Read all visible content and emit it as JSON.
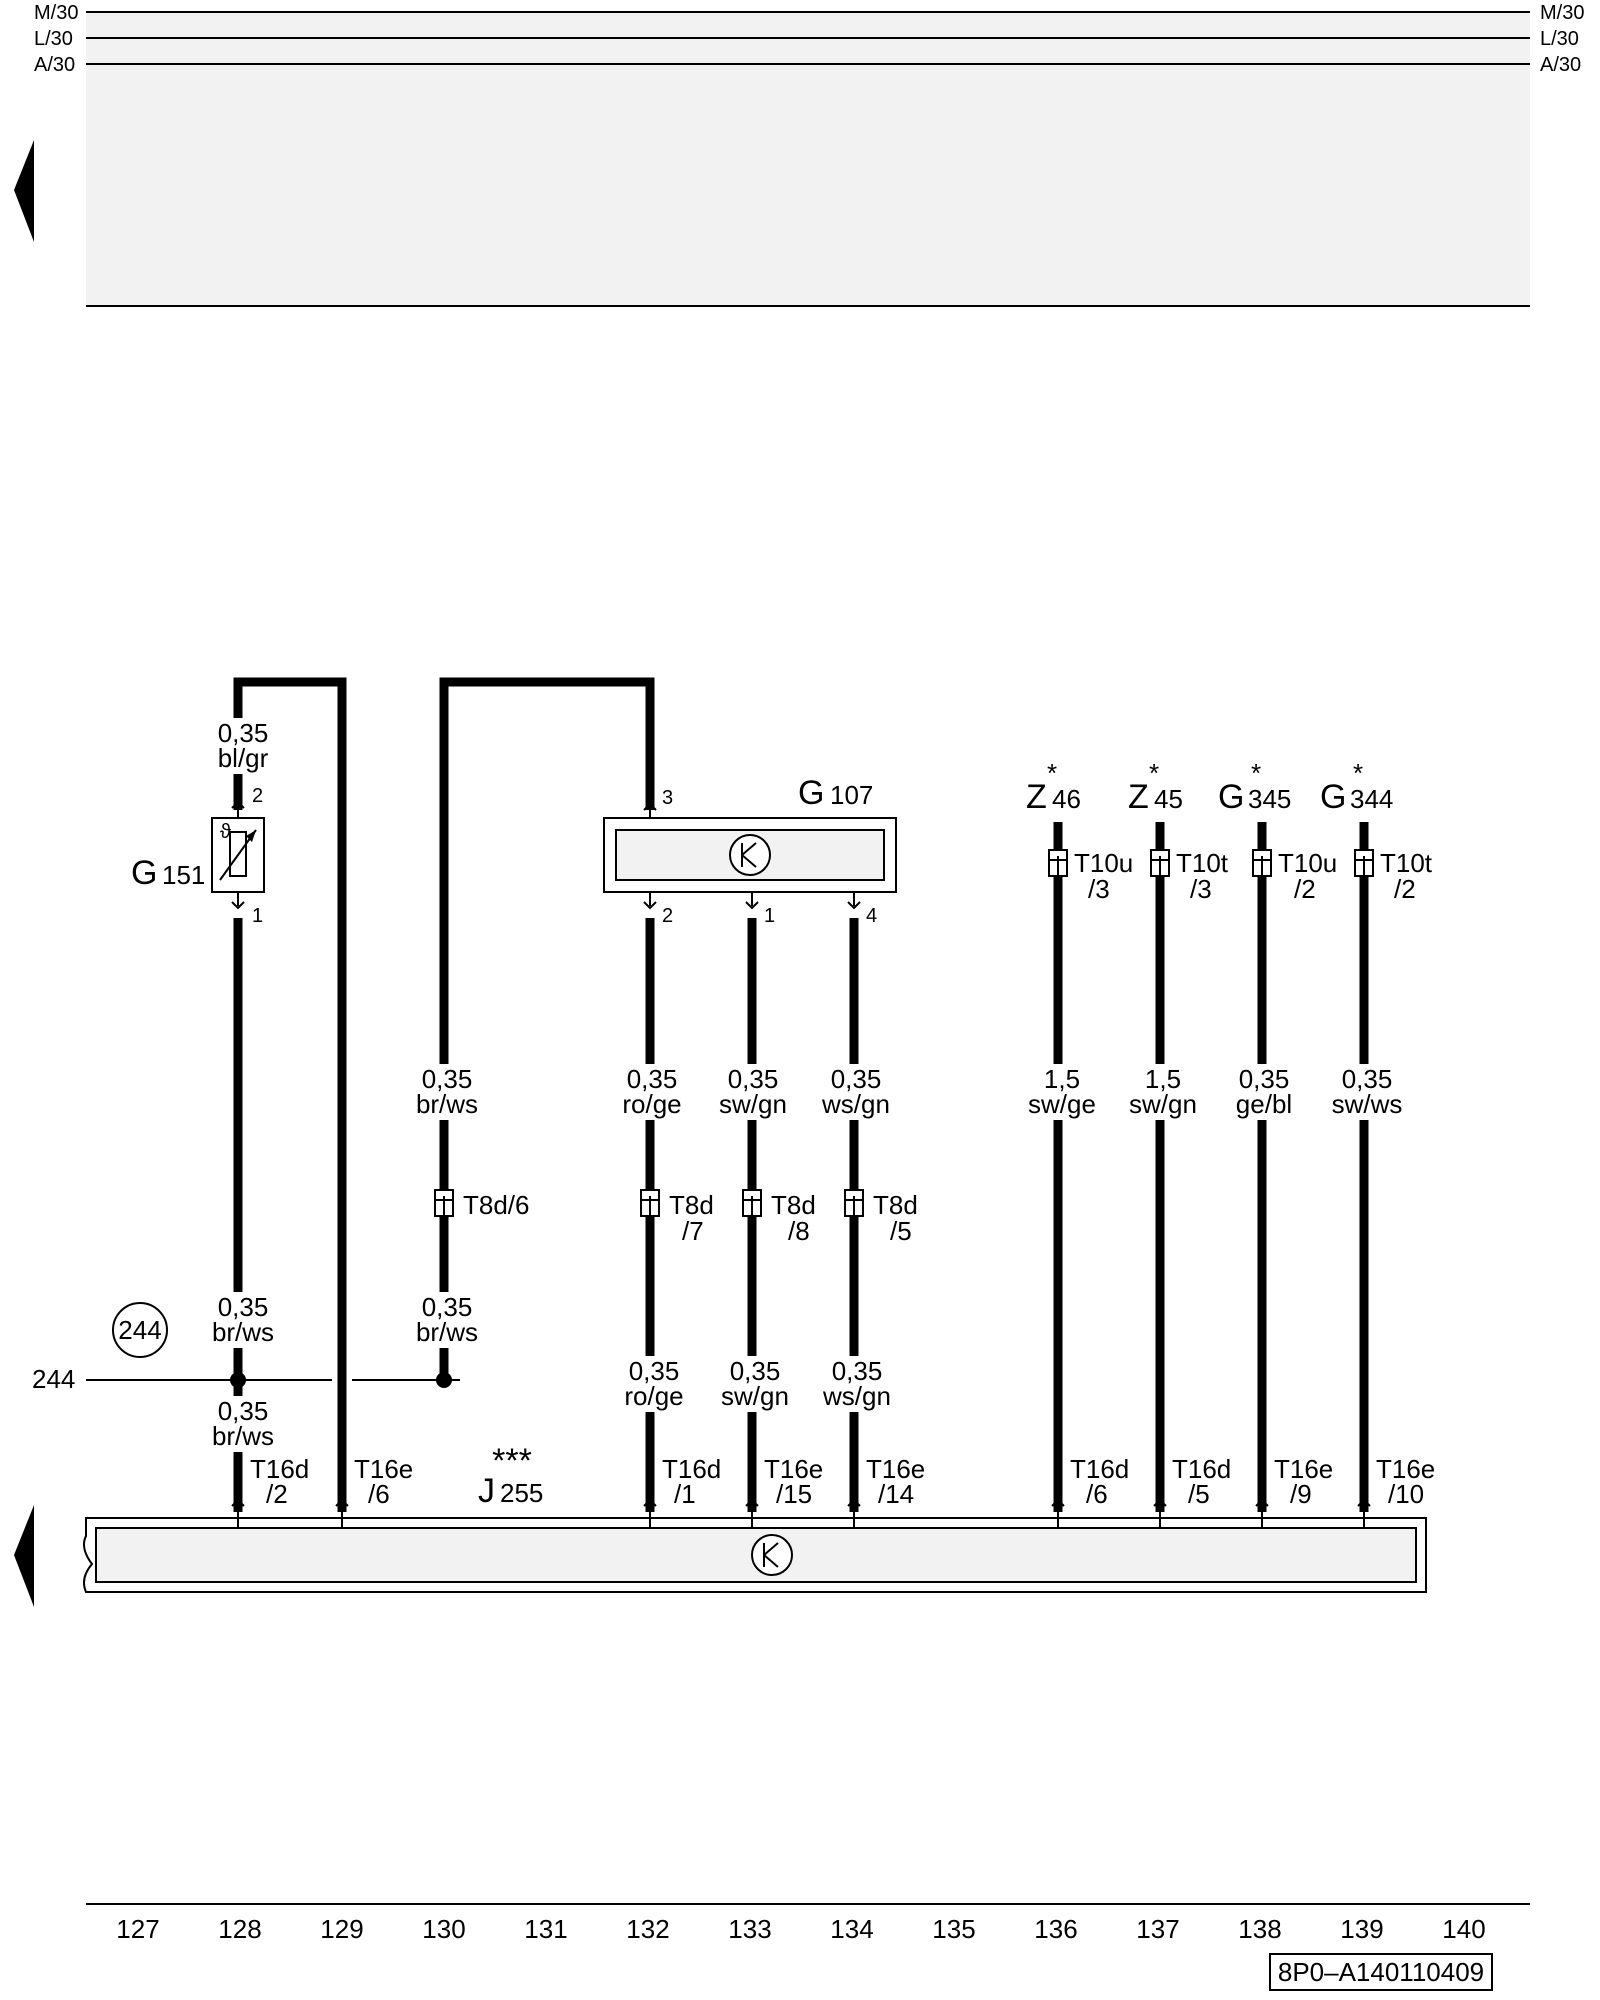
{
  "rails": {
    "m": "M/30",
    "l": "L/30",
    "a": "A/30"
  },
  "columns": [
    "127",
    "128",
    "129",
    "130",
    "131",
    "132",
    "133",
    "134",
    "135",
    "136",
    "137",
    "138",
    "139",
    "140"
  ],
  "doc_code": "8P0–A140110409",
  "ground": {
    "ref": "244",
    "circle": "244"
  },
  "components": {
    "g151": {
      "main": "G",
      "sub": "151",
      "pin_top": "2",
      "pin_bottom": "1"
    },
    "g107": {
      "main": "G",
      "sub": "107",
      "pin3": "3",
      "pin2": "2",
      "pin1": "1",
      "pin4": "4"
    },
    "j255": {
      "stars": "***",
      "main": "J",
      "sub": "255"
    },
    "z46": {
      "star": "*",
      "main": "Z",
      "sub": "46"
    },
    "z45": {
      "star": "*",
      "main": "Z",
      "sub": "45"
    },
    "g345": {
      "star": "*",
      "main": "G",
      "sub": "345"
    },
    "g344": {
      "star": "*",
      "main": "G",
      "sub": "344"
    }
  },
  "wires": {
    "w128_top": [
      "0,35",
      "bl/gr"
    ],
    "w128_mid": [
      "0,35",
      "br/ws"
    ],
    "w128_bot": [
      "0,35",
      "br/ws"
    ],
    "w130_a": [
      "0,35",
      "br/ws"
    ],
    "w130_b": [
      "0,35",
      "br/ws"
    ],
    "w132_a": [
      "0,35",
      "ro/ge"
    ],
    "w132_b": [
      "0,35",
      "ro/ge"
    ],
    "w133_a": [
      "0,35",
      "sw/gn"
    ],
    "w133_b": [
      "0,35",
      "sw/gn"
    ],
    "w134_a": [
      "0,35",
      "ws/gn"
    ],
    "w134_b": [
      "0,35",
      "ws/gn"
    ],
    "w136": [
      "1,5",
      "sw/ge"
    ],
    "w137": [
      "1,5",
      "sw/gn"
    ],
    "w138": [
      "0,35",
      "ge/bl"
    ],
    "w139": [
      "0,35",
      "sw/ws"
    ]
  },
  "connectors": {
    "c130": "T8d/6",
    "c132": [
      "T8d",
      "/7"
    ],
    "c133": [
      "T8d",
      "/8"
    ],
    "c134": [
      "T8d",
      "/5"
    ],
    "c136": [
      "T10u",
      "/3"
    ],
    "c137": [
      "T10t",
      "/3"
    ],
    "c138": [
      "T10u",
      "/2"
    ],
    "c139": [
      "T10t",
      "/2"
    ]
  },
  "terminals": {
    "t128": [
      "T16d",
      "/2"
    ],
    "t129": [
      "T16e",
      "/6"
    ],
    "t132": [
      "T16d",
      "/1"
    ],
    "t133": [
      "T16e",
      "/15"
    ],
    "t134": [
      "T16e",
      "/14"
    ],
    "t136": [
      "T16d",
      "/6"
    ],
    "t137": [
      "T16d",
      "/5"
    ],
    "t138": [
      "T16e",
      "/9"
    ],
    "t139": [
      "T16e",
      "/10"
    ]
  }
}
